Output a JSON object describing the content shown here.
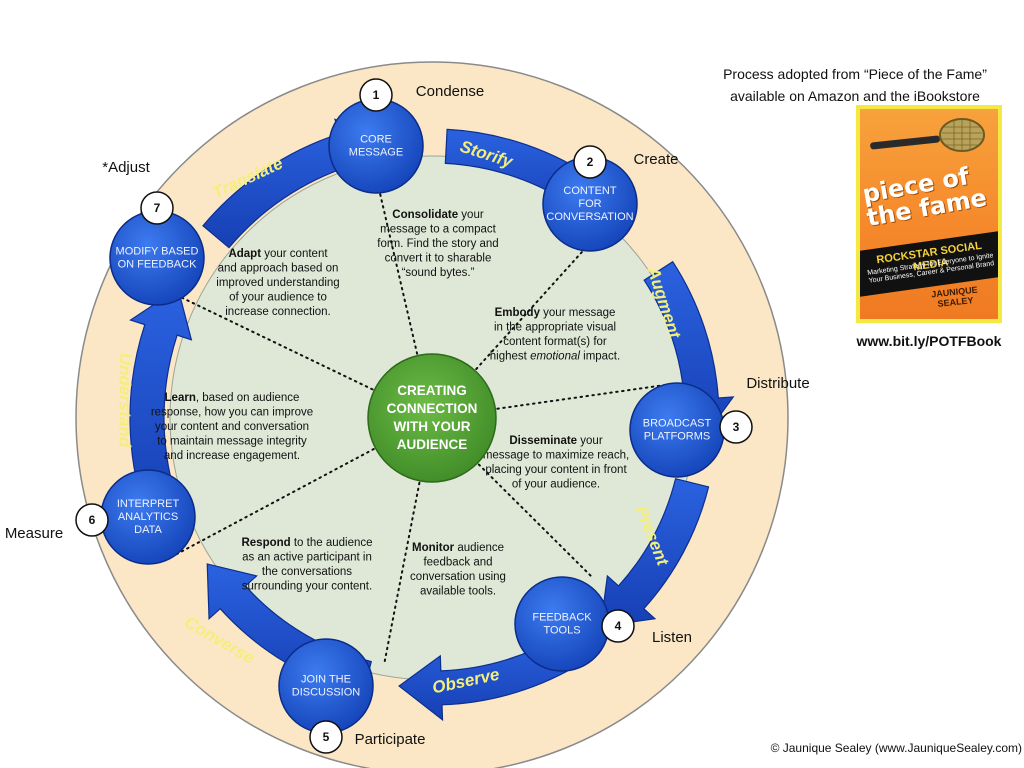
{
  "stages": [
    {
      "number": "1",
      "label": "Condense",
      "node_lines": [
        "CORE",
        "MESSAGE"
      ]
    },
    {
      "number": "2",
      "label": "Create",
      "node_lines": [
        "CONTENT",
        "FOR",
        "CONVERSATION"
      ]
    },
    {
      "number": "3",
      "label": "Distribute",
      "node_lines": [
        "BROADCAST",
        "PLATFORMS"
      ]
    },
    {
      "number": "4",
      "label": "Listen",
      "node_lines": [
        "FEEDBACK",
        "TOOLS"
      ]
    },
    {
      "number": "5",
      "label": "Participate",
      "node_lines": [
        "JOIN THE",
        "DISCUSSION"
      ]
    },
    {
      "number": "6",
      "label": "Measure",
      "node_lines": [
        "INTERPRET",
        "ANALYTICS",
        "DATA"
      ]
    },
    {
      "number": "7",
      "label": "*Adjust",
      "node_lines": [
        "MODIFY BASED",
        "ON FEEDBACK"
      ]
    }
  ],
  "arrows": [
    "Storify",
    "Augment",
    "Present",
    "Observe",
    "Converse",
    "Understand",
    "Translate"
  ],
  "center_lines": [
    "CREATING",
    "CONNECTION",
    "WITH YOUR",
    "AUDIENCE"
  ],
  "descriptions": [
    {
      "lines": [
        [
          [
            "Consolidate",
            "b"
          ],
          [
            " your",
            ""
          ]
        ],
        [
          [
            "message to a compact",
            ""
          ]
        ],
        [
          [
            "form.  Find the story and",
            ""
          ]
        ],
        [
          [
            "convert it to sharable",
            ""
          ]
        ],
        [
          [
            "“sound bytes.”",
            ""
          ]
        ]
      ]
    },
    {
      "lines": [
        [
          [
            "Embody",
            "b"
          ],
          [
            " your message",
            ""
          ]
        ],
        [
          [
            "in the appropriate visual",
            ""
          ]
        ],
        [
          [
            "content format(s) for",
            ""
          ]
        ],
        [
          [
            "highest ",
            ""
          ],
          [
            "emotional",
            "i"
          ],
          [
            " impact.",
            ""
          ]
        ]
      ]
    },
    {
      "lines": [
        [
          [
            "Disseminate",
            "b"
          ],
          [
            " your",
            ""
          ]
        ],
        [
          [
            "message to maximize reach,",
            ""
          ]
        ],
        [
          [
            "placing your content in front",
            ""
          ]
        ],
        [
          [
            "of your audience.",
            ""
          ]
        ]
      ]
    },
    {
      "lines": [
        [
          [
            "Monitor",
            "b"
          ],
          [
            " audience",
            ""
          ]
        ],
        [
          [
            "feedback and",
            ""
          ]
        ],
        [
          [
            "conversation using",
            ""
          ]
        ],
        [
          [
            "available tools.",
            ""
          ]
        ]
      ]
    },
    {
      "lines": [
        [
          [
            "Respond",
            "b"
          ],
          [
            " to the audience",
            ""
          ]
        ],
        [
          [
            "as an active participant in",
            ""
          ]
        ],
        [
          [
            "the conversations",
            ""
          ]
        ],
        [
          [
            "surrounding your content.",
            ""
          ]
        ]
      ]
    },
    {
      "lines": [
        [
          [
            "Learn",
            "b"
          ],
          [
            ", based on audience",
            ""
          ]
        ],
        [
          [
            "response, how you can improve",
            ""
          ]
        ],
        [
          [
            "your content and conversation",
            ""
          ]
        ],
        [
          [
            "to maintain message integrity",
            ""
          ]
        ],
        [
          [
            "and increase engagement.",
            ""
          ]
        ]
      ]
    },
    {
      "lines": [
        [
          [
            "Adapt",
            "b"
          ],
          [
            " your content",
            ""
          ]
        ],
        [
          [
            "and approach based on",
            ""
          ]
        ],
        [
          [
            "improved understanding",
            ""
          ]
        ],
        [
          [
            "of your audience to",
            ""
          ]
        ],
        [
          [
            "increase connection.",
            ""
          ]
        ]
      ]
    }
  ],
  "credit": {
    "line1": "Process adopted from “Piece of the Fame”",
    "line2": "available on Amazon and the iBookstore"
  },
  "book": {
    "title_line1": "piece of",
    "title_line2": "the fame",
    "subtitle": "ROCKSTAR SOCIAL MEDIA",
    "tagline_line1": "Marketing Strategy for Everyone to Ignite",
    "tagline_line2": "Your Business, Career & Personal Brand",
    "author_line1": "JAUNIQUE",
    "author_line2": "SEALEY",
    "url": "www.bit.ly/POTFBook"
  },
  "copyright": "© Jaunique Sealey (www.JauniqueSealey.com)",
  "colors": {
    "outer_ring": "#fbe7c6",
    "inner_disc": "#dfe8d7",
    "node_blue": "#1d56d6",
    "arrow_blue": "#1f52d1",
    "arrow_text": "#f4ee7a",
    "center_green": "#5aa83a"
  }
}
